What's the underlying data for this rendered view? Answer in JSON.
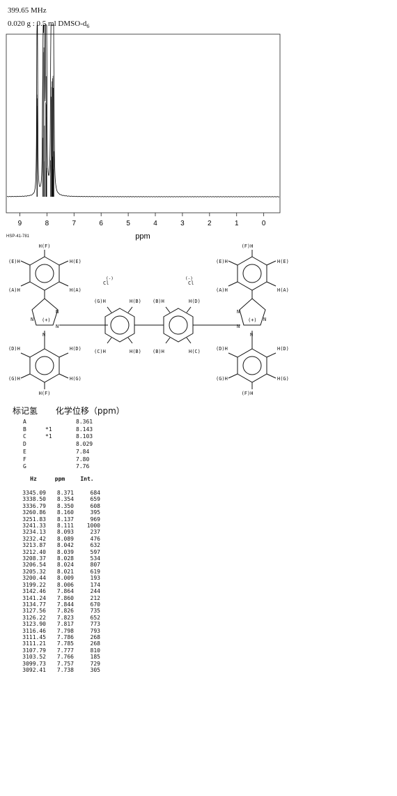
{
  "header": {
    "frequency": "399.65 MHz",
    "sample_main": "0.020 g : 0.5 ml DMSO-d",
    "sample_sub": "6"
  },
  "spectrum_code": "HSP-41-781",
  "chart_data": {
    "type": "line",
    "xlabel": "ppm",
    "xlim": [
      9.5,
      -0.6
    ],
    "x_ticks": [
      9,
      8,
      7,
      6,
      5,
      4,
      3,
      2,
      1,
      0
    ],
    "grid": false,
    "series": [
      {
        "peaks": [
          {
            "ppm": 8.371,
            "int": 684
          },
          {
            "ppm": 8.354,
            "int": 659
          },
          {
            "ppm": 8.35,
            "int": 608
          },
          {
            "ppm": 8.16,
            "int": 395
          },
          {
            "ppm": 8.137,
            "int": 969
          },
          {
            "ppm": 8.111,
            "int": 1000
          },
          {
            "ppm": 8.093,
            "int": 237
          },
          {
            "ppm": 8.089,
            "int": 476
          },
          {
            "ppm": 8.042,
            "int": 632
          },
          {
            "ppm": 8.039,
            "int": 597
          },
          {
            "ppm": 8.028,
            "int": 534
          },
          {
            "ppm": 8.024,
            "int": 807
          },
          {
            "ppm": 8.021,
            "int": 619
          },
          {
            "ppm": 8.009,
            "int": 193
          },
          {
            "ppm": 8.006,
            "int": 174
          },
          {
            "ppm": 7.864,
            "int": 244
          },
          {
            "ppm": 7.86,
            "int": 212
          },
          {
            "ppm": 7.844,
            "int": 670
          },
          {
            "ppm": 7.826,
            "int": 735
          },
          {
            "ppm": 7.823,
            "int": 652
          },
          {
            "ppm": 7.817,
            "int": 773
          },
          {
            "ppm": 7.798,
            "int": 793
          },
          {
            "ppm": 7.786,
            "int": 268
          },
          {
            "ppm": 7.785,
            "int": 268
          },
          {
            "ppm": 7.777,
            "int": 810
          },
          {
            "ppm": 7.766,
            "int": 185
          },
          {
            "ppm": 7.757,
            "int": 729
          },
          {
            "ppm": 7.738,
            "int": 305
          }
        ]
      }
    ]
  },
  "structure": {
    "labels": {
      "F": "H(F)",
      "E": "H(E)",
      "A": "H(A)",
      "D": "H(D)",
      "G": "H(G)",
      "B": "H(B)",
      "C": "H(C)",
      "FL": "(F)H",
      "EL": "(E)H",
      "AL": "(A)H",
      "DL": "(D)H",
      "GL": "(G)H",
      "BL": "(B)H",
      "CL": "(C)H",
      "chloride": "Cl",
      "minus": "(-)",
      "plus": "(+)",
      "N": "N"
    }
  },
  "assignment": {
    "col_label": "标记氢",
    "col_shift": "化学位移（ppm）",
    "rows": [
      {
        "label": "A",
        "note": "",
        "shift": "8.361"
      },
      {
        "label": "B",
        "note": "*1",
        "shift": "8.143"
      },
      {
        "label": "C",
        "note": "*1",
        "shift": "8.103"
      },
      {
        "label": "D",
        "note": "",
        "shift": "8.029"
      },
      {
        "label": "E",
        "note": "",
        "shift": "7.84"
      },
      {
        "label": "F",
        "note": "",
        "shift": "7.80"
      },
      {
        "label": "G",
        "note": "",
        "shift": "7.76"
      }
    ]
  },
  "peak_table": {
    "headers": [
      "Hz",
      "ppm",
      "Int."
    ],
    "rows": [
      [
        "3345.09",
        "8.371",
        "684"
      ],
      [
        "3338.50",
        "8.354",
        "659"
      ],
      [
        "3336.79",
        "8.350",
        "608"
      ],
      [
        "3260.86",
        "8.160",
        "395"
      ],
      [
        "3251.83",
        "8.137",
        "969"
      ],
      [
        "3241.33",
        "8.111",
        "1000"
      ],
      [
        "3234.13",
        "8.093",
        "237"
      ],
      [
        "3232.42",
        "8.089",
        "476"
      ],
      [
        "3213.87",
        "8.042",
        "632"
      ],
      [
        "3212.40",
        "8.039",
        "597"
      ],
      [
        "3208.37",
        "8.028",
        "534"
      ],
      [
        "3206.54",
        "8.024",
        "807"
      ],
      [
        "3205.32",
        "8.021",
        "619"
      ],
      [
        "3200.44",
        "8.009",
        "193"
      ],
      [
        "3199.22",
        "8.006",
        "174"
      ],
      [
        "3142.46",
        "7.864",
        "244"
      ],
      [
        "3141.24",
        "7.860",
        "212"
      ],
      [
        "3134.77",
        "7.844",
        "670"
      ],
      [
        "3127.56",
        "7.826",
        "735"
      ],
      [
        "3126.22",
        "7.823",
        "652"
      ],
      [
        "3123.90",
        "7.817",
        "773"
      ],
      [
        "3116.46",
        "7.798",
        "793"
      ],
      [
        "3111.45",
        "7.786",
        "268"
      ],
      [
        "3111.21",
        "7.785",
        "268"
      ],
      [
        "3107.79",
        "7.777",
        "810"
      ],
      [
        "3103.52",
        "7.766",
        "185"
      ],
      [
        "3099.73",
        "7.757",
        "729"
      ],
      [
        "3092.41",
        "7.738",
        "305"
      ]
    ]
  }
}
